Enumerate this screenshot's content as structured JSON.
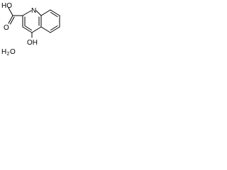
{
  "molecule": {
    "labels": {
      "carboxyl_oh": "HO",
      "carbonyl_o": "O",
      "ring_n": "N",
      "hydroxyl": "OH",
      "water_h": "H",
      "water_sub": "2",
      "water_o": "O"
    },
    "colors": {
      "ink": "#000000",
      "background": "#ffffff"
    }
  }
}
